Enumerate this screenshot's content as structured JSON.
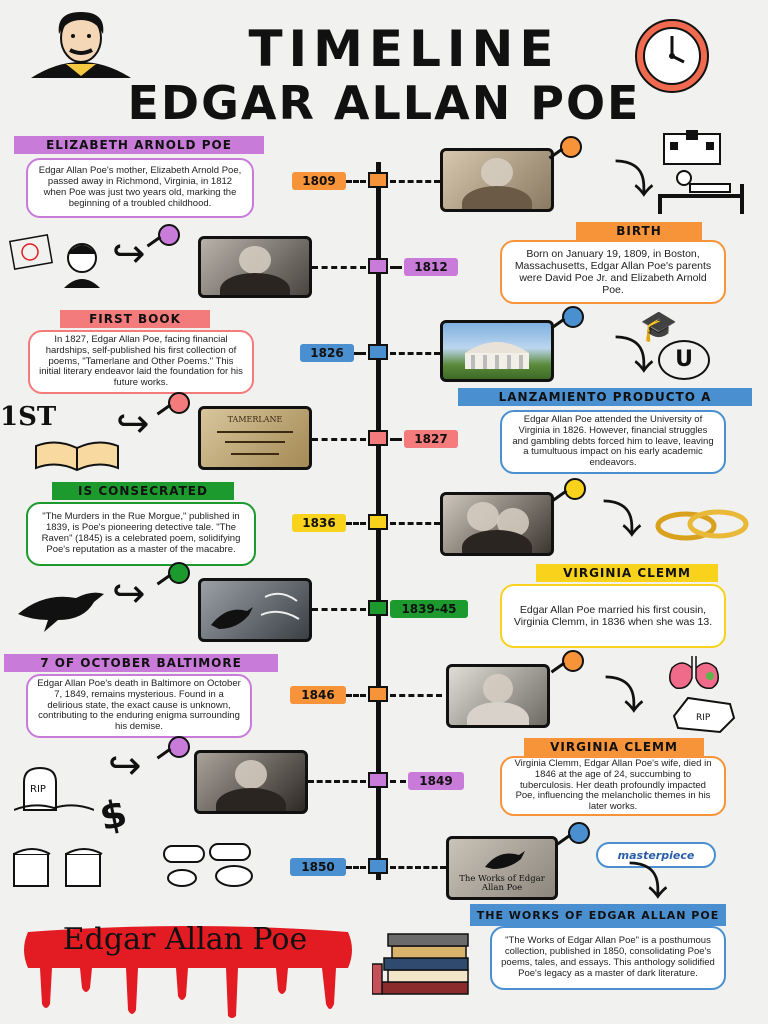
{
  "header": {
    "title_line1": "TIMELINE",
    "title_line2": "EDGAR ALLAN POE"
  },
  "colors": {
    "purple": "#c97bd9",
    "orange": "#f7943a",
    "pink": "#f47b7b",
    "blue": "#4a8fcf",
    "yellow": "#f8d21b",
    "green": "#1c9a2e",
    "red": "#e31b23"
  },
  "events": [
    {
      "year": "1809",
      "label": "ELIZABETH ARNOLD POE",
      "text": "Edgar Allan Poe's mother, Elizabeth Arnold Poe, passed away in Richmond, Virginia, in 1812 when Poe was just two years old, marking the beginning of a troubled childhood."
    },
    {
      "year": "1812",
      "label": "BIRTH",
      "text": "Born on January 19, 1809, in Boston, Massachusetts, Edgar Allan Poe's parents were David Poe Jr. and Elizabeth Arnold Poe."
    },
    {
      "year": "1826",
      "label": "FIRST BOOK",
      "text": "In 1827, Edgar Allan Poe, facing financial hardships, self-published his first collection of poems, \"Tamerlane and Other Poems.\" This initial literary endeavor laid the foundation for his future works."
    },
    {
      "year": "1827",
      "label": "LANZAMIENTO PRODUCTO A",
      "text": "Edgar Allan Poe attended the University of Virginia in 1826. However, financial struggles and gambling debts forced him to leave, leaving a tumultuous impact on his early academic endeavors."
    },
    {
      "year": "1836",
      "label": "IS CONSECRATED",
      "text": "\"The Murders in the Rue Morgue,\" published in 1839, is Poe's pioneering detective tale. \"The Raven\" (1845) is a celebrated poem, solidifying Poe's reputation as a master of the macabre."
    },
    {
      "year": "1839-45",
      "label": "VIRGINIA CLEMM",
      "text": "Edgar Allan Poe married his first cousin, Virginia Clemm, in 1836 when she was 13."
    },
    {
      "year": "1846",
      "label": "7 OF OCTOBER BALTIMORE",
      "text": "Edgar Allan Poe's death in Baltimore on October 7, 1849, remains mysterious. Found in a delirious state, the exact cause is unknown, contributing to the enduring enigma surrounding his demise."
    },
    {
      "year": "1849",
      "label": "VIRGINIA CLEMM",
      "text": "Virginia Clemm, Edgar Allan Poe's wife, died in 1846 at the age of 24, succumbing to tuberculosis. Her death profoundly impacted Poe, influencing the melancholic themes in his later works."
    },
    {
      "year": "1850",
      "label": "THE WORKS OF EDGAR ALLAN POE",
      "text": "\"The Works of Edgar Allan Poe\" is a posthumous collection, published in 1850, consolidating Poe's poems, tales, and essays. This anthology solidified Poe's legacy as a master of dark literature."
    }
  ],
  "doodles": {
    "first_mark": "1ST",
    "book_cover_title": "TAMERLANE",
    "book_cover2_title": "The Works of Edgar Allan Poe",
    "sticker": "masterpiece",
    "rip": "RIP",
    "dollar": "$",
    "university_letter": "U"
  },
  "footer": {
    "signature": "Edgar Allan Poe"
  }
}
